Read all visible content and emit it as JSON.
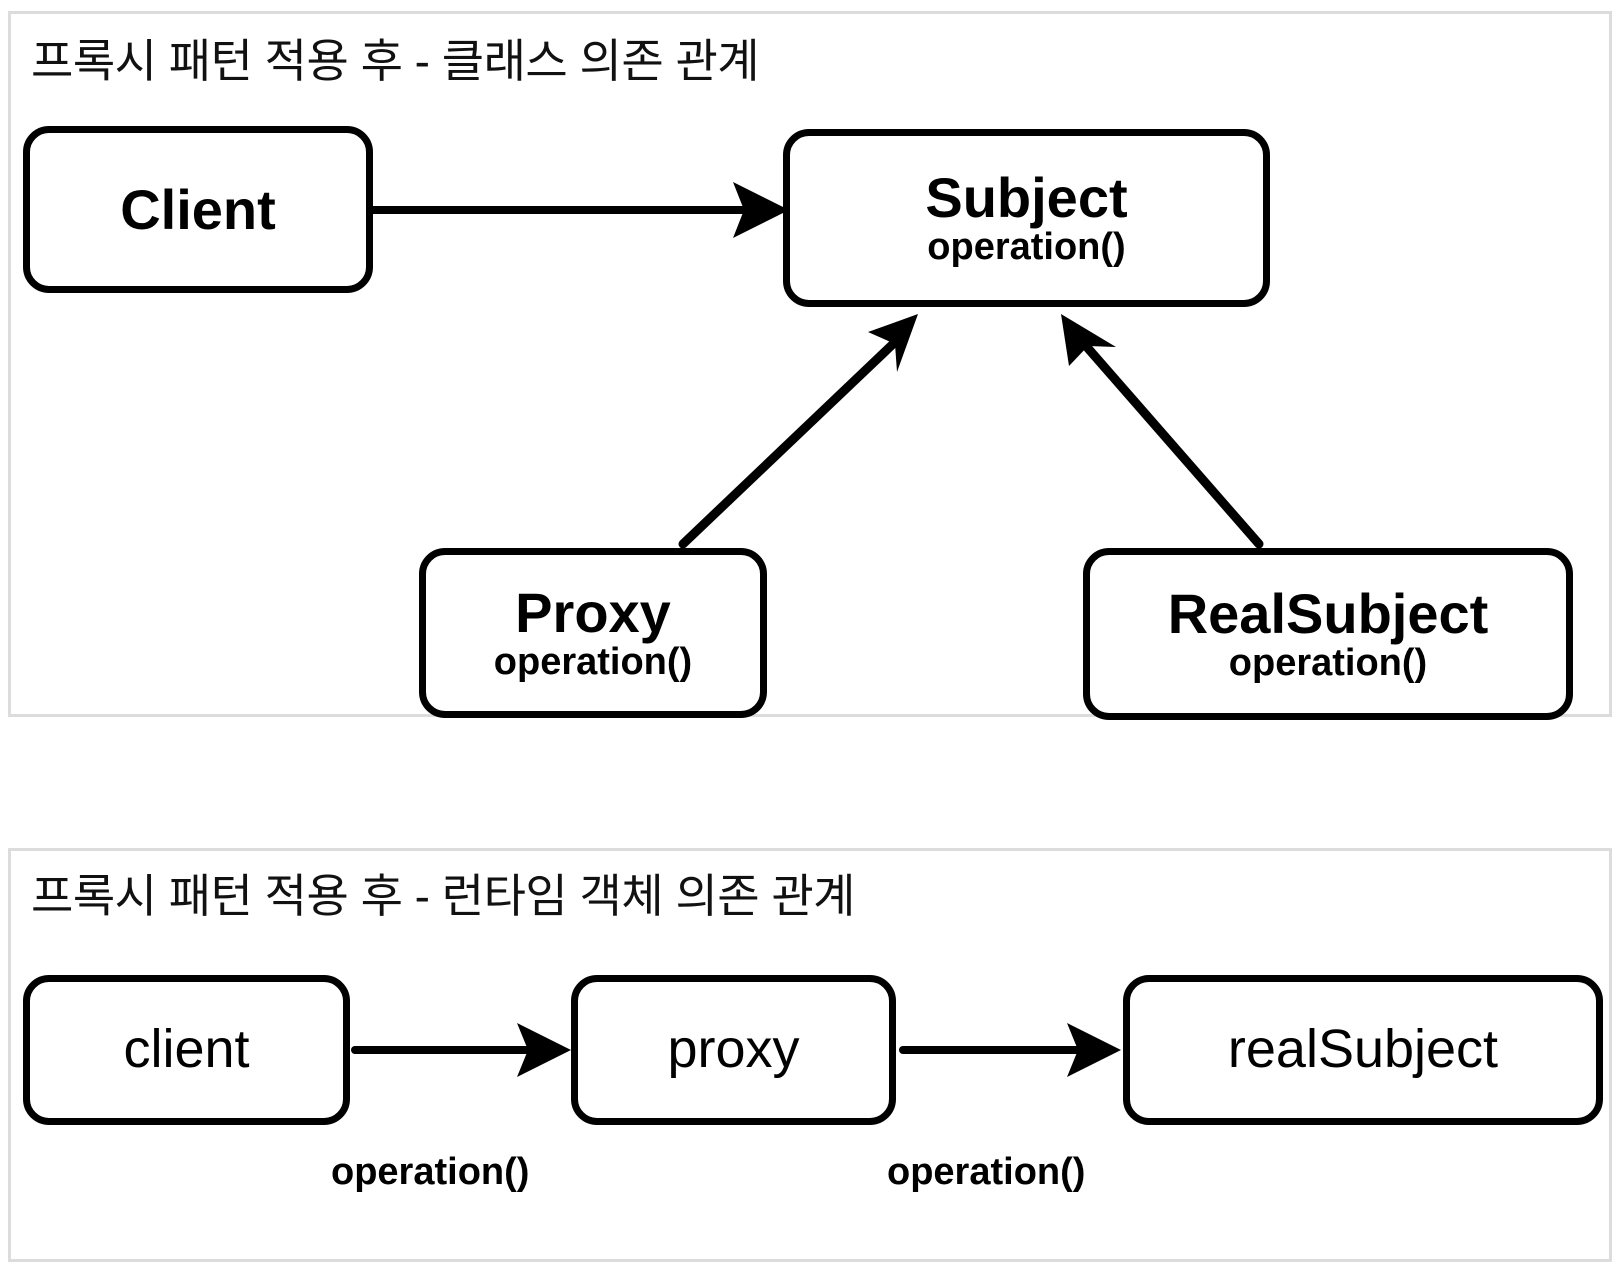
{
  "diagram": {
    "kind": "uml-proxy-pattern",
    "panels": [
      {
        "id": "class-diagram",
        "title": "프록시 패턴 적용 후 - 클래스 의존 관계",
        "nodes": [
          {
            "id": "client",
            "name": "Client",
            "operation": ""
          },
          {
            "id": "subject",
            "name": "Subject",
            "operation": "operation()"
          },
          {
            "id": "proxy",
            "name": "Proxy",
            "operation": "operation()"
          },
          {
            "id": "realsubject",
            "name": "RealSubject",
            "operation": "operation()"
          }
        ],
        "edges": [
          {
            "from": "client",
            "to": "subject",
            "type": "dependency",
            "arrowhead": "solid-triangle",
            "label": ""
          },
          {
            "from": "proxy",
            "to": "subject",
            "type": "generalization",
            "arrowhead": "solid-triangle",
            "label": ""
          },
          {
            "from": "realsubject",
            "to": "subject",
            "type": "generalization",
            "arrowhead": "solid-triangle",
            "label": ""
          }
        ]
      },
      {
        "id": "runtime-diagram",
        "title": "프록시 패턴 적용 후 - 런타임 객체 의존 관계",
        "nodes": [
          {
            "id": "client-rt",
            "name": "client"
          },
          {
            "id": "proxy-rt",
            "name": "proxy"
          },
          {
            "id": "realsubject-rt",
            "name": "realSubject"
          }
        ],
        "edges": [
          {
            "from": "client-rt",
            "to": "proxy-rt",
            "type": "call",
            "arrowhead": "solid-triangle",
            "label": "operation()"
          },
          {
            "from": "proxy-rt",
            "to": "realsubject-rt",
            "type": "call",
            "arrowhead": "solid-triangle",
            "label": "operation()"
          }
        ]
      }
    ]
  },
  "colors": {
    "panel_border": "#dcdcdc",
    "node_border": "#000000",
    "node_fill": "#ffffff",
    "text": "#000000",
    "background": "#ffffff"
  }
}
